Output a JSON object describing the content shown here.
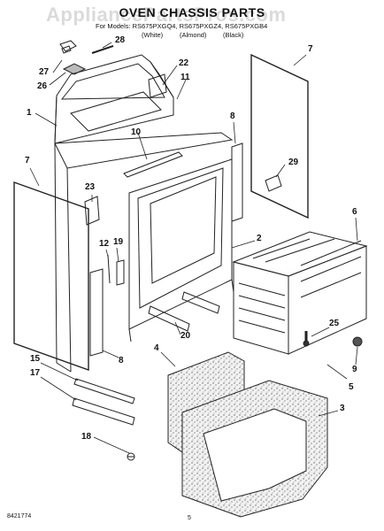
{
  "watermark": "AppliancePartsPros.com",
  "title": "OVEN CHASSIS PARTS",
  "subtitle": "For Models: RS675PXGQ4, RS675PXGZ4, RS675PXGB4",
  "color_labels": [
    "(White)",
    "(Almond)",
    "(Black)"
  ],
  "callouts": [
    "1",
    "2",
    "3",
    "4",
    "5",
    "6",
    "7",
    "7",
    "8",
    "8",
    "9",
    "10",
    "11",
    "12",
    "15",
    "17",
    "18",
    "19",
    "20",
    "22",
    "23",
    "25",
    "26",
    "27",
    "28",
    "29"
  ],
  "footer": {
    "part_number": "8421774",
    "page": "5"
  }
}
